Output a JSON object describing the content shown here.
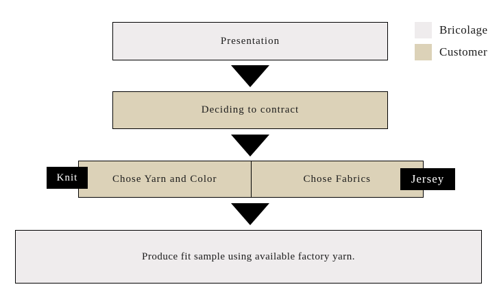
{
  "colors": {
    "background": "#FFFFFF",
    "bricolage_fill": "#EFECED",
    "customer_fill": "#DCD2B8",
    "border": "#000000",
    "arrow": "#000000",
    "tag_bg": "#000000",
    "tag_text": "#FFFFFF",
    "text": "#1A1A1A"
  },
  "legend": {
    "items": [
      {
        "label": "Bricolage",
        "color": "#EFECED"
      },
      {
        "label": "Customer",
        "color": "#DCD2B8"
      }
    ]
  },
  "flowchart": {
    "steps": [
      {
        "label": "Presentation",
        "owner": "Bricolage"
      },
      {
        "label": "Deciding to contract",
        "owner": "Customer"
      },
      {
        "left_cell": "Chose Yarn and Color",
        "right_cell": "Chose Fabrics",
        "left_tag": "Knit",
        "right_tag": "Jersey",
        "owner": "Customer"
      },
      {
        "label": "Produce fit sample using available factory yarn.",
        "owner": "Bricolage"
      }
    ]
  }
}
